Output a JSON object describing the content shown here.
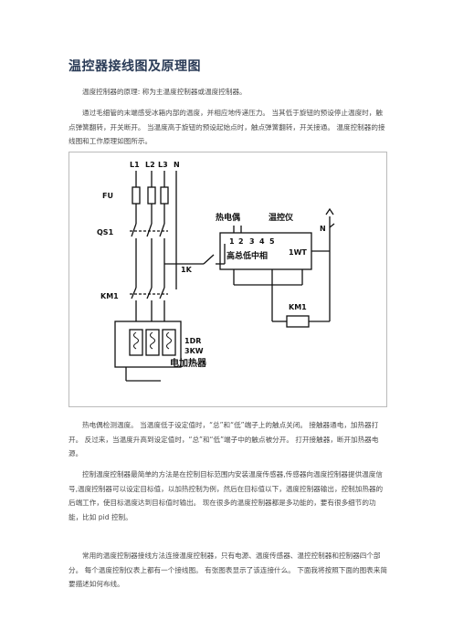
{
  "document": {
    "title": "温控器接线图及原理图",
    "paragraphs": [
      "温度控制器的原理: 称为主温度控制器或温度控制器。",
      "通过毛细管的末端感受冰箱内部的温度，并相应地传递压力。 当其低于旋钮的预设停止温度时，触点弹簧翻转，开关断开。 当温度高于旋钮的预设起始点时，触点弹簧翻转，开关接通。 温度控制器的接线图和工作原理如图所示。",
      "热电偶检测温度。 当温度低于设定值时，“总”和“低”端子上的触点关闭。 接触器通电，加热器打开。 反过来，当温度升高到设定值时，“总”和“低”端子中的触点被分开。 打开接触器，断开加热器电源。",
      "控制温度控制器最简单的方法是在控制目标范围内安装温度传感器,传感器向温度控制器提供温度信号,温度控制器可以设定目标值，以加热控制为例，然后在目标值以下，温度控制器输出，控制加热器的后端工作，使目标温度达到目标值时输出。 现在很多的温度控制器都是多功能的，要有很多细节的功能，比如 pid 控制。",
      "常用的温度控制器接线方法连接温度控制器，只有电源、温度传感器、温控控制器和控制器四个部分。 每个温度控制仪表上都有一个接线图。 有张图表显示了该连接什么。 下面我将按照下面的图表来简要描述如何布线。"
    ]
  },
  "diagram": {
    "phases": [
      "L1",
      "L2",
      "L3",
      "N"
    ],
    "fuse_label": "FU",
    "breaker_label": "QS1",
    "switch_label": "1K",
    "contactor_label": "KM1",
    "coil_label": "KM1",
    "thermocouple_label": "热电偶",
    "controller_label": "温控仪",
    "terminal_numbers": [
      "1",
      "2",
      "3",
      "4",
      "5"
    ],
    "terminal_names": "高总低中相",
    "meter_label": "1WT",
    "neutral_label": "N",
    "heater_id": "1DR",
    "heater_power": "3KW",
    "heater_name": "电加热器"
  }
}
